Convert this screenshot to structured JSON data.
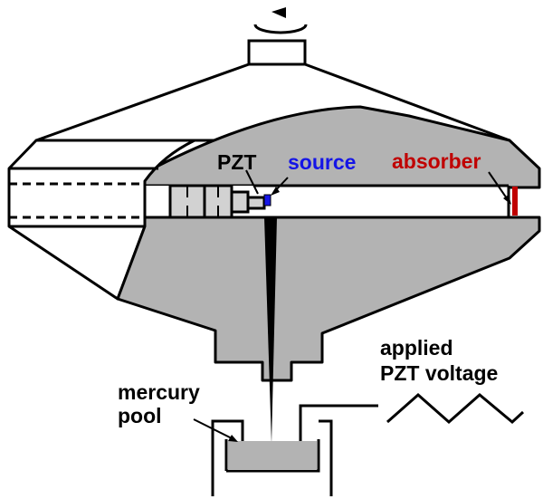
{
  "labels": {
    "pzt": "PZT",
    "source": "source",
    "absorber": "absorber",
    "applied_line1": "applied",
    "applied_line2": "PZT voltage",
    "mercury_line1": "mercury",
    "mercury_line2": "pool"
  },
  "colors": {
    "outline": "#000000",
    "body_fill": "#ffffff",
    "shaded_fill": "#b3b3b3",
    "pzt_fill": "#d2d2d2",
    "source": "#1515e6",
    "absorber": "#c00000",
    "text_default": "#000000"
  },
  "icons": {
    "rotation": "rotation-arrow-icon",
    "voltage_waveform": "triangle-wave-icon"
  }
}
